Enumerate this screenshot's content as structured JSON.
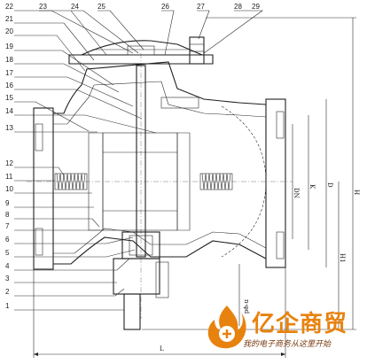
{
  "callouts_left": [
    "22",
    "21",
    "20",
    "19",
    "18",
    "17",
    "16",
    "15",
    "14",
    "13",
    "12",
    "11",
    "10",
    "9",
    "8",
    "7",
    "6",
    "5",
    "4",
    "3",
    "2",
    "1"
  ],
  "callouts_top": [
    "23",
    "24",
    "25",
    "26",
    "27",
    "28",
    "29"
  ],
  "dims": {
    "DN": "DN",
    "K": "K",
    "D": "D",
    "H": "H",
    "H1": "H1",
    "L": "L",
    "nd": "n-φd"
  },
  "logo": {
    "name": "亿企商贸",
    "slogan": "我的电子商务从这里开始"
  },
  "colors": {
    "line": "#2b2b2b",
    "logo_orange": "#e8820e",
    "logo_dark": "#7a3a10"
  }
}
